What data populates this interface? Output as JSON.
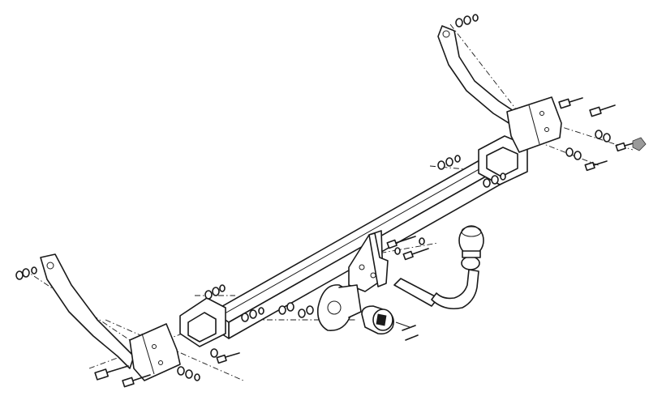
{
  "drawing": {
    "kind": "exploded-view",
    "line_color": "#1a1a1a",
    "paper_color": "#ffffff",
    "cap_color": "#9a9a9a"
  },
  "parts": [
    {
      "name": "crossbar"
    },
    {
      "name": "left-side-bracket"
    },
    {
      "name": "right-side-bracket"
    },
    {
      "name": "towbar-neck-with-ball"
    },
    {
      "name": "socket-plate"
    },
    {
      "name": "electrical-socket"
    },
    {
      "name": "bolts"
    },
    {
      "name": "nuts-and-washers"
    },
    {
      "name": "protective-cap"
    }
  ]
}
